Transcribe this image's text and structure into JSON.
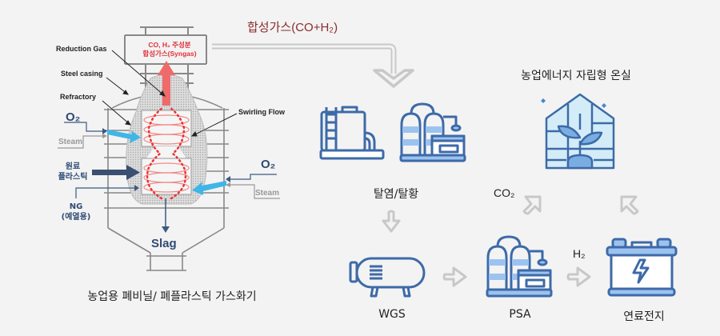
{
  "gasifier": {
    "caption": "농업용 폐비닐/ 폐플라스틱 가스화기",
    "labels": {
      "reduction_gas": "Reduction Gas",
      "steel_casing": "Steel casing",
      "refractory": "Refractory",
      "swirling_flow": "Swirling Flow",
      "o2_left": "O₂",
      "steam_left": "Steam",
      "o2_right": "O₂",
      "steam_right": "Steam",
      "raw_plastic_line1": "원료",
      "raw_plastic_line2": "플라스틱",
      "ng_line1": "NG",
      "ng_line2": "(예열용)",
      "slag": "Slag",
      "syngas_line1": "CO, H₂ 주성분",
      "syngas_line2": "합성가스(Syngas)"
    }
  },
  "flow": {
    "syngas_label": "합성가스(CO+H₂)",
    "steps": {
      "desalting": "탈염/탈황",
      "wgs": "WGS",
      "psa": "PSA",
      "fuel_cell": "연료전지",
      "greenhouse": "농업에너지 자립형 온실"
    },
    "co2_label": "CO₂",
    "h2_label": "H₂"
  },
  "colors": {
    "icon_stroke": "#3d6aa8",
    "icon_fill_light": "#9cc3ef",
    "arrow_gray": "#c8c8c8",
    "syngas_text": "#8b2b2b",
    "red_flow": "#ef6b6b",
    "blue_inlet": "#3fb6e6",
    "navy": "#3b4f72"
  }
}
